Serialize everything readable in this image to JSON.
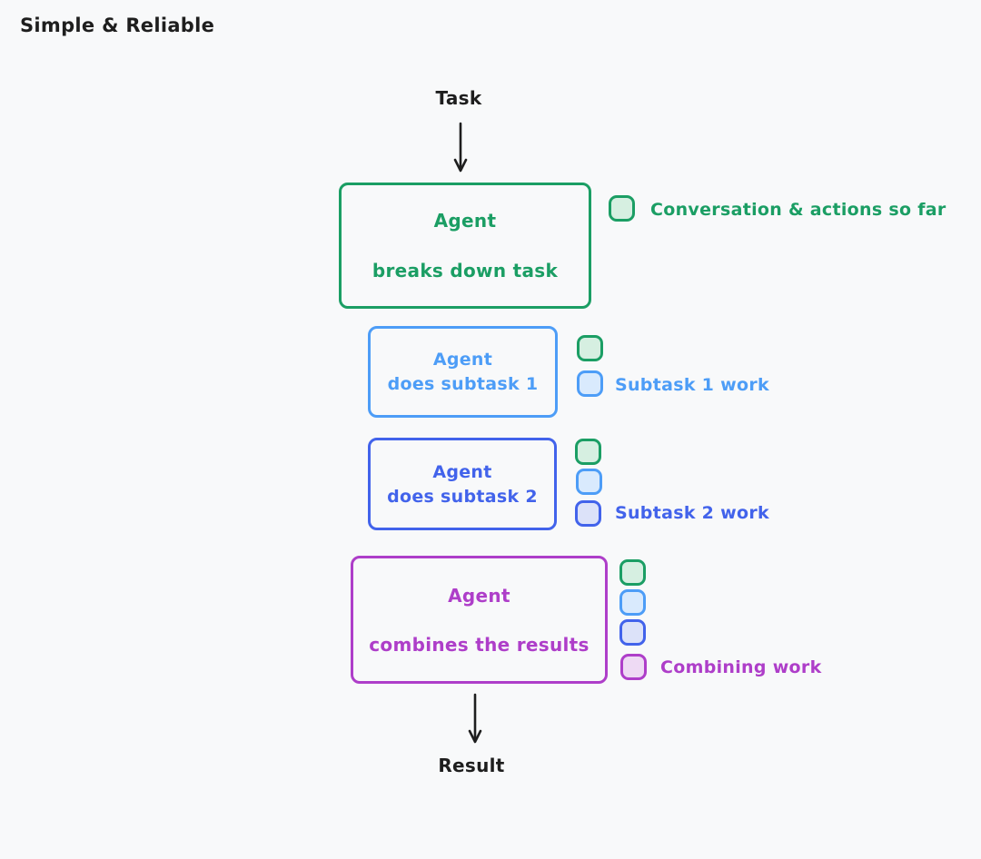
{
  "colors": {
    "bg": "#f8f9fa",
    "dark": "#1e1e1e",
    "green": "#1b9e64",
    "green-fill": "#d6efe1",
    "blue": "#4d9df7",
    "blue-fill": "#d9eafd",
    "indigo": "#4263eb",
    "indigo-fill": "#dce2f9",
    "purple": "#ae3ec9",
    "purple-fill": "#eedaf4"
  },
  "title": "Simple & Reliable",
  "flow": {
    "start": "Task",
    "end": "Result",
    "nodes": {
      "breakdown": {
        "line1": "Agent",
        "line2": "breaks down task"
      },
      "subtask1": {
        "line1": "Agent",
        "line2": "does subtask 1"
      },
      "subtask2": {
        "line1": "Agent",
        "line2": "does subtask 2"
      },
      "combine": {
        "line1": "Agent",
        "line2": "combines the results"
      }
    }
  },
  "legend": {
    "conversation": "Conversation & actions so far",
    "subtask1": "Subtask 1 work",
    "subtask2": "Subtask 2 work",
    "combining": "Combining work"
  }
}
